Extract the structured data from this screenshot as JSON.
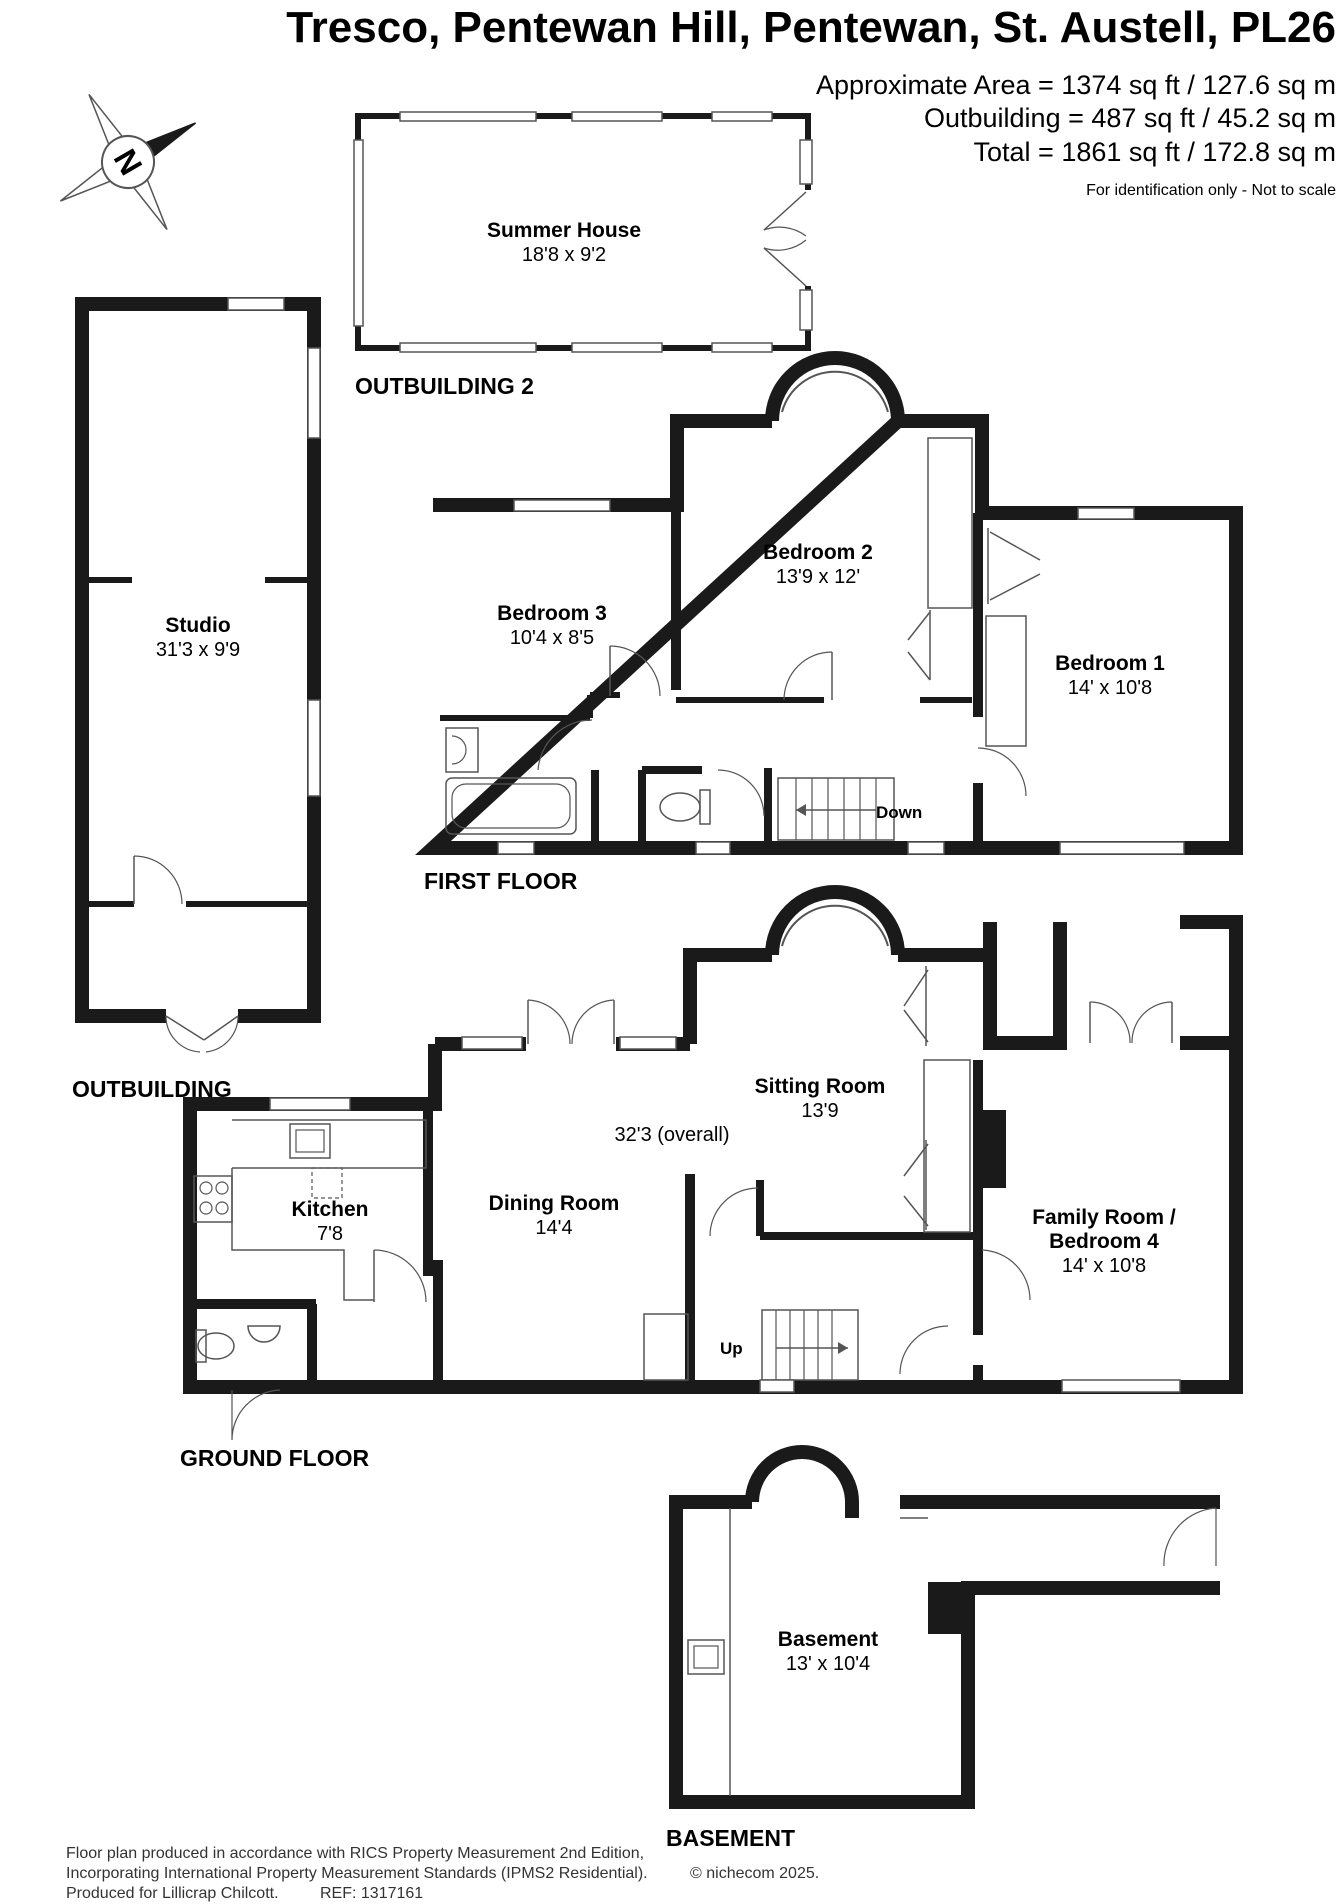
{
  "header": {
    "title": "Tresco, Pentewan Hill, Pentewan, St. Austell, PL26",
    "approximate_area": "Approximate Area = 1374 sq ft / 127.6 sq m",
    "outbuilding_area": "Outbuilding = 487 sq ft / 45.2 sq m",
    "total_area": "Total = 1861 sq ft / 172.8 sq m",
    "disclaimer": "For identification only - Not to scale"
  },
  "compass": {
    "letter": "N",
    "icon": "compass-rose-icon"
  },
  "floors": {
    "outbuilding2": "OUTBUILDING 2",
    "outbuilding": "OUTBUILDING",
    "first": "FIRST FLOOR",
    "ground": "GROUND FLOOR",
    "basement": "BASEMENT"
  },
  "rooms": {
    "summer_house": {
      "name": "Summer House",
      "dim": "18'8 x 9'2"
    },
    "studio": {
      "name": "Studio",
      "dim": "31'3 x 9'9"
    },
    "bedroom3": {
      "name": "Bedroom 3",
      "dim": "10'4 x 8'5"
    },
    "bedroom2": {
      "name": "Bedroom 2",
      "dim": "13'9 x 12'"
    },
    "bedroom1": {
      "name": "Bedroom 1",
      "dim": "14' x 10'8"
    },
    "sitting": {
      "name": "Sitting Room",
      "dim": "13'9"
    },
    "overall": "32'3 (overall)",
    "kitchen": {
      "name": "Kitchen",
      "dim": "7'8"
    },
    "dining": {
      "name": "Dining Room",
      "dim": "14'4"
    },
    "family": {
      "name1": "Family Room /",
      "name2": "Bedroom 4",
      "dim": "14' x 10'8"
    },
    "basement": {
      "name": "Basement",
      "dim": "13' x 10'4"
    }
  },
  "stairs": {
    "down": "Down",
    "up": "Up"
  },
  "footer": {
    "line1": "Floor plan produced in accordance with RICS Property Measurement 2nd Edition,",
    "line2": "Incorporating International Property Measurement Standards (IPMS2 Residential).",
    "copyright": "© nichecom 2025.",
    "line3": "Produced for Lillicrap Chilcott.",
    "ref": "REF: 1317161"
  }
}
